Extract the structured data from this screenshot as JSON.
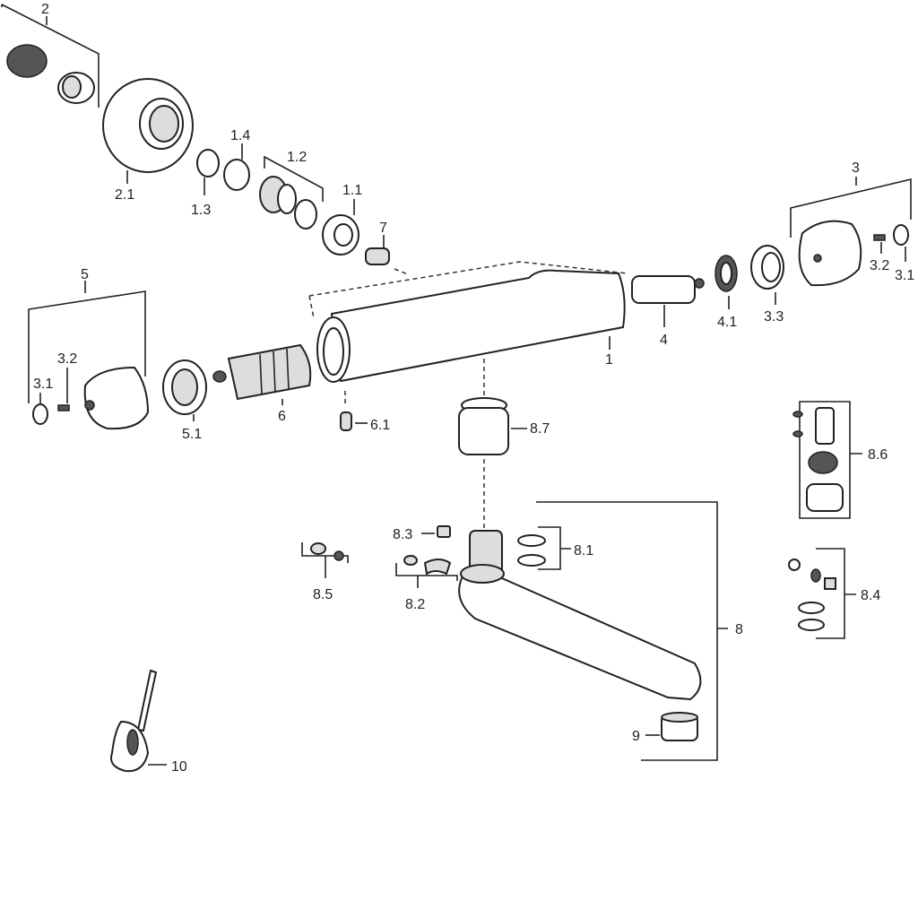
{
  "diagram": {
    "title": "Exploded parts view of a thermostatic mixer with swivel spout",
    "labels": {
      "l2": "2",
      "l2_1": "2.1",
      "l1_3": "1.3",
      "l1_4": "1.4",
      "l1_2": "1.2",
      "l1_1": "1.1",
      "l7": "7",
      "l3": "3",
      "l3_2r": "3.2",
      "l3_1r": "3.1",
      "l4": "4",
      "l4_1": "4.1",
      "l3_3": "3.3",
      "l1": "1",
      "l5": "5",
      "l3_2l": "3.2",
      "l3_1l": "3.1",
      "l5_1": "5.1",
      "l6": "6",
      "l6_1": "6.1",
      "l8_7": "8.7",
      "l8_6": "8.6",
      "l8_3": "8.3",
      "l8_1": "8.1",
      "l8_5": "8.5",
      "l8_2": "8.2",
      "l8_4": "8.4",
      "l8": "8",
      "l9": "9",
      "l10": "10"
    }
  }
}
